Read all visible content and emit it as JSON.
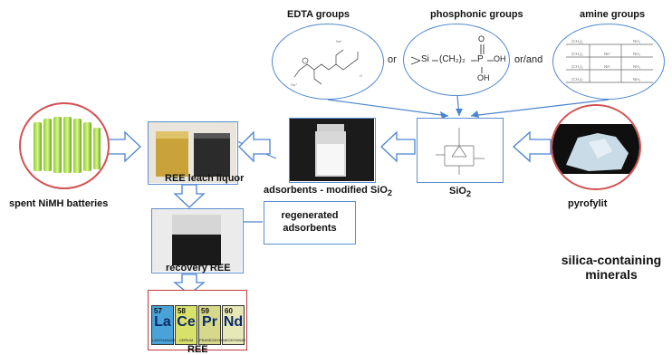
{
  "functional_groups": {
    "edta": {
      "label": "EDTA groups"
    },
    "phosphonic": {
      "label": "phosphonic groups",
      "formula_si": "Si",
      "formula_chain": "(CH₂)₂",
      "formula_p": "P",
      "formula_oh1": "OH",
      "formula_oh2": "OH",
      "formula_o": "O"
    },
    "amine": {
      "label": "amine groups"
    },
    "conj_or": "or",
    "conj_or_and": "or/and"
  },
  "nodes": {
    "batteries": {
      "label": "spent NiMH batteries"
    },
    "leach": {
      "label": "REE leach liquor"
    },
    "adsorbents": {
      "label": "adsorbents - modified SiO",
      "label_sub": "2"
    },
    "sio2": {
      "label": "SiO",
      "label_sub": "2"
    },
    "pyrofylit": {
      "label": "pyrofylit"
    },
    "recovery": {
      "label": "recovery REE"
    },
    "regenerated": {
      "label": "regenerated adsorbents"
    },
    "ree": {
      "label": "REE"
    }
  },
  "side_text": "silica-containing minerals",
  "periodic": [
    {
      "number": "57",
      "symbol": "La",
      "name": "LANTHANUM",
      "color": "#4aa3d8"
    },
    {
      "number": "58",
      "symbol": "Ce",
      "name": "CERIUM",
      "color": "#d8e26a"
    },
    {
      "number": "59",
      "symbol": "Pr",
      "name": "PRASEODYMIUM",
      "color": "#d7d98a"
    },
    {
      "number": "60",
      "symbol": "Nd",
      "name": "NEODYMIUM",
      "color": "#e7e7b8"
    }
  ],
  "colors": {
    "box_border": "#5b8fd0",
    "arrow": "#4a83cf",
    "circle_border": "#d35151",
    "ree_border": "#c23a3a"
  }
}
